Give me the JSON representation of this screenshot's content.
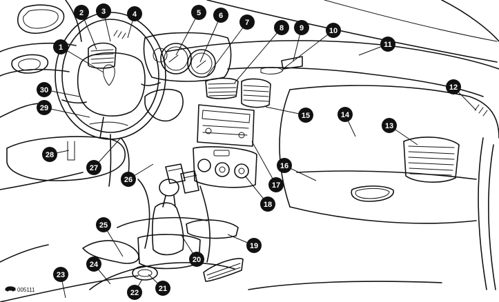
{
  "figure_code": "005111",
  "callouts": [
    {
      "n": "1"
    },
    {
      "n": "2"
    },
    {
      "n": "3"
    },
    {
      "n": "4"
    },
    {
      "n": "5"
    },
    {
      "n": "6"
    },
    {
      "n": "7"
    },
    {
      "n": "8"
    },
    {
      "n": "9"
    },
    {
      "n": "10"
    },
    {
      "n": "11"
    },
    {
      "n": "12"
    },
    {
      "n": "13"
    },
    {
      "n": "14"
    },
    {
      "n": "15"
    },
    {
      "n": "16"
    },
    {
      "n": "17"
    },
    {
      "n": "18"
    },
    {
      "n": "19"
    },
    {
      "n": "20"
    },
    {
      "n": "21"
    },
    {
      "n": "22"
    },
    {
      "n": "23"
    },
    {
      "n": "24"
    },
    {
      "n": "25"
    },
    {
      "n": "26"
    },
    {
      "n": "27"
    },
    {
      "n": "28"
    },
    {
      "n": "29"
    },
    {
      "n": "30"
    }
  ]
}
